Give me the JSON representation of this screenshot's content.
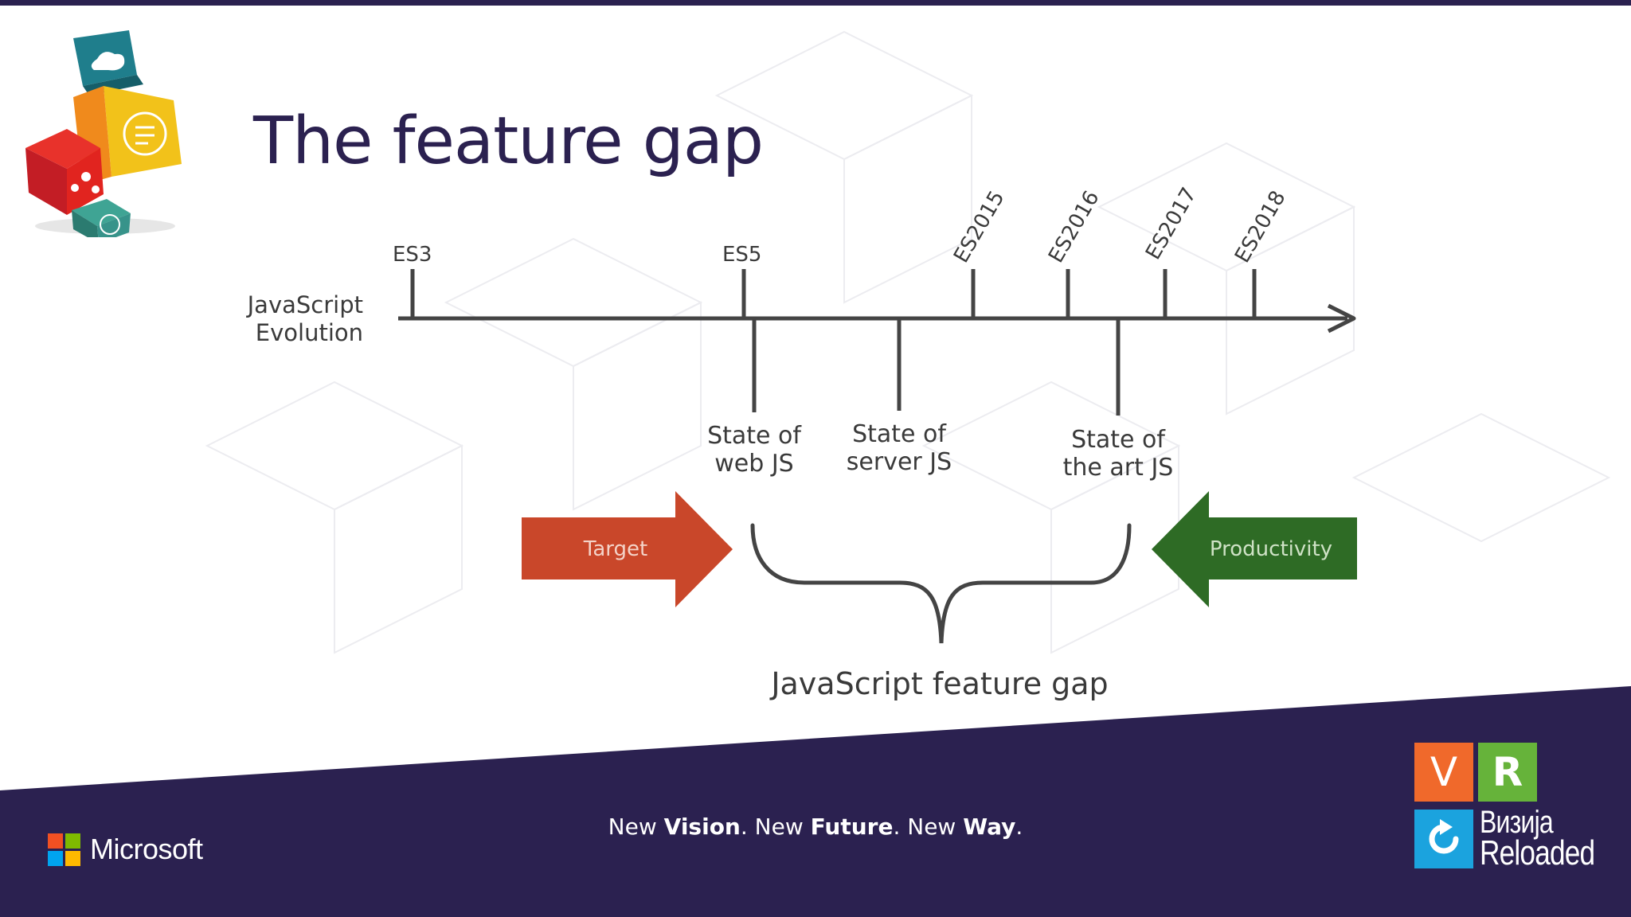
{
  "slide": {
    "title": "The feature gap"
  },
  "colors": {
    "brand_purple": "#2b2150",
    "target_arrow": "#c9472a",
    "productivity_arrow": "#2e6b25",
    "line": "#444444",
    "vr_orange": "#f0692b",
    "vr_green": "#66b33a",
    "vr_blue": "#1ba3de"
  },
  "diagram": {
    "axis_label_line1": "JavaScript",
    "axis_label_line2": "Evolution",
    "versions": [
      "ES3",
      "ES5",
      "ES2015",
      "ES2016",
      "ES2017",
      "ES2018"
    ],
    "states": {
      "web": {
        "line1": "State of",
        "line2": "web JS"
      },
      "server": {
        "line1": "State of",
        "line2": "server JS"
      },
      "art": {
        "line1": "State of",
        "line2": "the art JS"
      }
    },
    "target_label": "Target",
    "productivity_label": "Productivity",
    "gap_label": "JavaScript feature gap"
  },
  "footer": {
    "microsoft": "Microsoft",
    "tagline": {
      "new1": "New ",
      "vision": "Vision",
      "new2": ". New ",
      "future": "Future",
      "new3": ". New ",
      "way": "Way",
      "end": "."
    },
    "vr_logo": {
      "v": "V",
      "r": "R",
      "icon": "refresh-arrow-icon",
      "word1": "Визија",
      "word2": "Reloaded"
    }
  }
}
